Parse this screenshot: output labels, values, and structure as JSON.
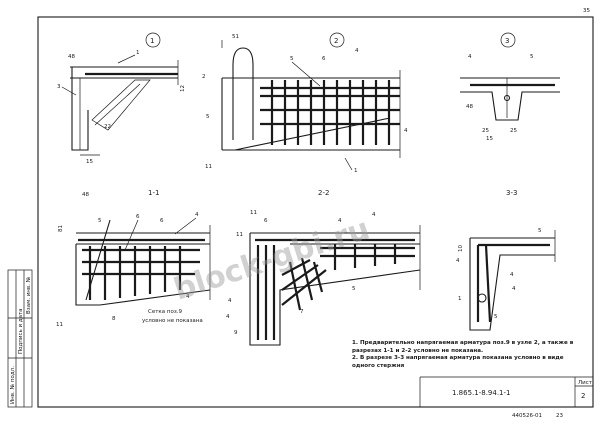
{
  "sheet": {
    "page_marker": "35",
    "sheet_number": "2",
    "sheet_label": "Лист",
    "document_code": "1.865.1-8.94.1-1",
    "footer_code": "440526-01",
    "footer_page": "23"
  },
  "views": {
    "node1": "1",
    "node2": "2",
    "node3": "3",
    "section11": "1-1",
    "section22": "2-2",
    "section33": "3-3"
  },
  "callouts": {
    "node1": [
      "1",
      "3",
      "48",
      "22",
      "15",
      "12"
    ],
    "node2": [
      "5",
      "4",
      "51",
      "2",
      "5",
      "6",
      "11",
      "4",
      "1"
    ],
    "node3": [
      "4",
      "5",
      "48",
      "15",
      "25",
      "25"
    ],
    "section11": [
      "48",
      "81",
      "5",
      "4",
      "6",
      "6",
      "8",
      "11",
      "4"
    ],
    "section22": [
      "11",
      "6",
      "11",
      "4",
      "4",
      "4",
      "7",
      "4",
      "9",
      "5"
    ],
    "section33": [
      "10",
      "5",
      "4",
      "1",
      "4",
      "4",
      "5"
    ]
  },
  "mesh_note": {
    "line1": "Сетка поз.9",
    "line2": "условно не показана"
  },
  "notes": [
    "1. Предварительно напрягаемая арматура поз.9 в узле 2, а также в разрезах 1-1 и 2-2 условно не показана.",
    "2. В разрезе 3-3 напрягаемая арматура показана условно в виде одного стержня"
  ],
  "stamp": {
    "col1": "Инв. № подл.",
    "col2": "Подпись и дата",
    "col3": "Взам. инв. №"
  },
  "watermark": "block-gbi.ru"
}
